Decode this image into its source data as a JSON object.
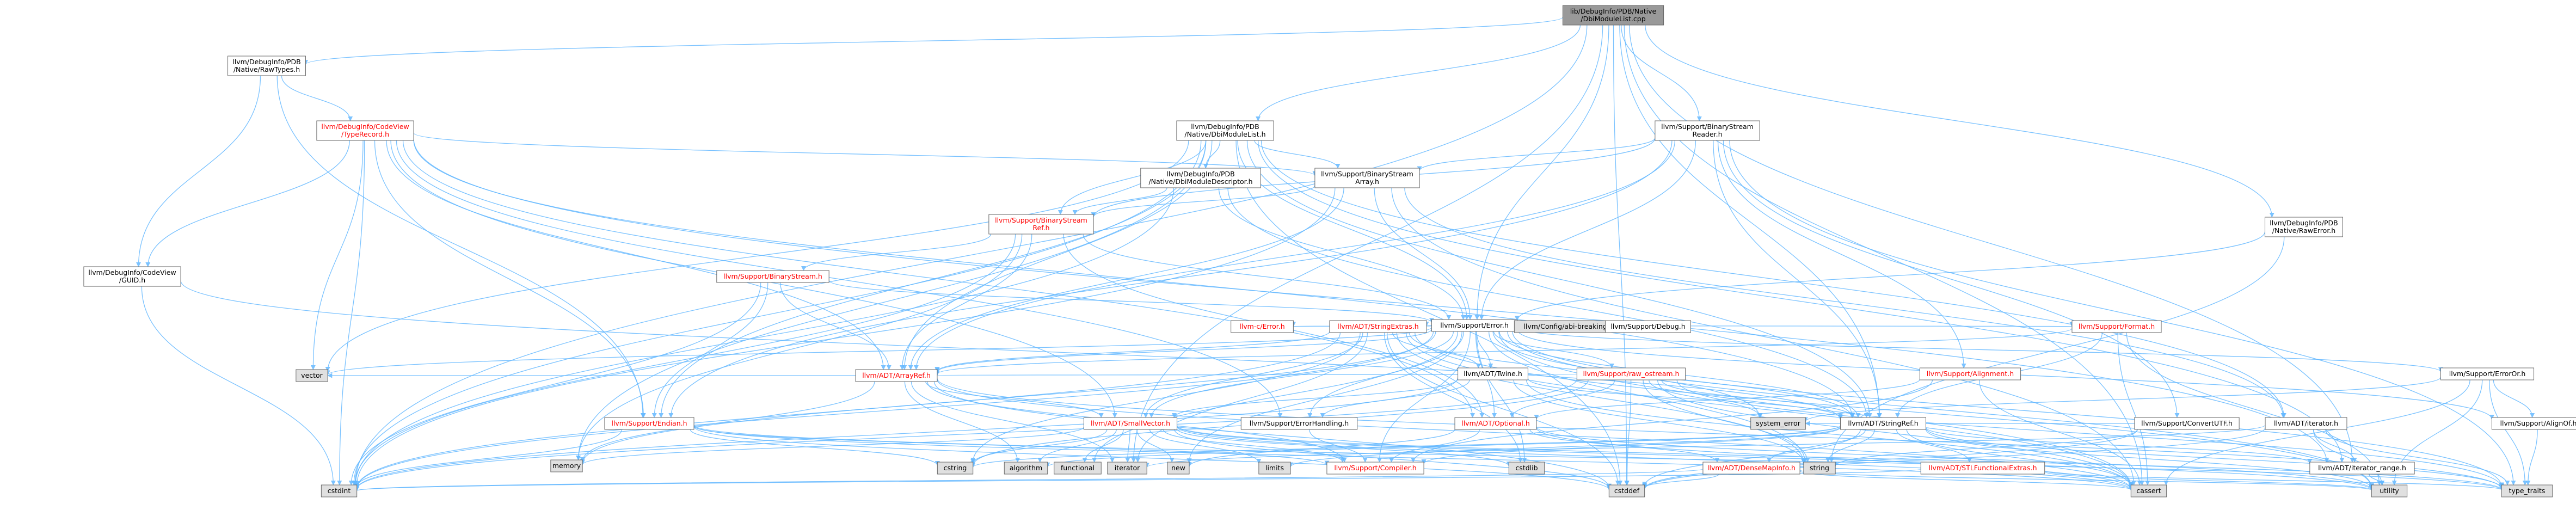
{
  "colors": {
    "edge": "#63b8ff",
    "node_border": "#666666",
    "node_fill": "#ffffff",
    "root_fill": "#999999",
    "system_fill": "#e0e0e0",
    "red_text": "#ff0000",
    "black_text": "#000000"
  },
  "nodes": [
    {
      "id": "root",
      "lines": [
        "lib/DebugInfo/PDB/Native",
        "/DbiModuleList.cpp"
      ],
      "style": "root"
    },
    {
      "id": "rawtypes",
      "lines": [
        "llvm/DebugInfo/PDB",
        "/Native/RawTypes.h"
      ],
      "style": "normal"
    },
    {
      "id": "typerecord",
      "lines": [
        "llvm/DebugInfo/CodeView",
        "/TypeRecord.h"
      ],
      "style": "red"
    },
    {
      "id": "dbimodulelist",
      "lines": [
        "llvm/DebugInfo/PDB",
        "/Native/DbiModuleList.h"
      ],
      "style": "normal"
    },
    {
      "id": "bsreader",
      "lines": [
        "llvm/Support/BinaryStream",
        "Reader.h"
      ],
      "style": "normal"
    },
    {
      "id": "dbimoddesc",
      "lines": [
        "llvm/DebugInfo/PDB",
        "/Native/DbiModuleDescriptor.h"
      ],
      "style": "normal"
    },
    {
      "id": "bsarray",
      "lines": [
        "llvm/Support/BinaryStream",
        "Array.h"
      ],
      "style": "normal"
    },
    {
      "id": "rawerror",
      "lines": [
        "llvm/DebugInfo/PDB",
        "/Native/RawError.h"
      ],
      "style": "normal"
    },
    {
      "id": "guid",
      "lines": [
        "llvm/DebugInfo/CodeView",
        "/GUID.h"
      ],
      "style": "normal"
    },
    {
      "id": "bsref",
      "lines": [
        "llvm/Support/BinaryStream",
        "Ref.h"
      ],
      "style": "red"
    },
    {
      "id": "bstream",
      "lines": [
        "llvm/Support/BinaryStream.h"
      ],
      "style": "red"
    },
    {
      "id": "error",
      "lines": [
        "llvm/Support/Error.h"
      ],
      "style": "normal"
    },
    {
      "id": "cerror",
      "lines": [
        "llvm-c/Error.h"
      ],
      "style": "red"
    },
    {
      "id": "stringextras",
      "lines": [
        "llvm/ADT/StringExtras.h"
      ],
      "style": "red"
    },
    {
      "id": "config",
      "lines": [
        "llvm/Config/abi-breaking.h"
      ],
      "style": "system"
    },
    {
      "id": "debug",
      "lines": [
        "llvm/Support/Debug.h"
      ],
      "style": "normal"
    },
    {
      "id": "format",
      "lines": [
        "llvm/Support/Format.h"
      ],
      "style": "red"
    },
    {
      "id": "erroror",
      "lines": [
        "llvm/Support/ErrorOr.h"
      ],
      "style": "normal"
    },
    {
      "id": "arrayref",
      "lines": [
        "llvm/ADT/ArrayRef.h"
      ],
      "style": "red"
    },
    {
      "id": "twine",
      "lines": [
        "llvm/ADT/Twine.h"
      ],
      "style": "normal"
    },
    {
      "id": "rawostream",
      "lines": [
        "llvm/Support/raw_ostream.h"
      ],
      "style": "red"
    },
    {
      "id": "alignment",
      "lines": [
        "llvm/Support/Alignment.h"
      ],
      "style": "red"
    },
    {
      "id": "vector",
      "lines": [
        "vector"
      ],
      "style": "system"
    },
    {
      "id": "endian",
      "lines": [
        "llvm/Support/Endian.h"
      ],
      "style": "red"
    },
    {
      "id": "smallvector",
      "lines": [
        "llvm/ADT/SmallVector.h"
      ],
      "style": "red"
    },
    {
      "id": "errorhandling",
      "lines": [
        "llvm/Support/ErrorHandling.h"
      ],
      "style": "normal"
    },
    {
      "id": "optional",
      "lines": [
        "llvm/ADT/Optional.h"
      ],
      "style": "red"
    },
    {
      "id": "systemerror",
      "lines": [
        "system_error"
      ],
      "style": "system"
    },
    {
      "id": "stringref",
      "lines": [
        "llvm/ADT/StringRef.h"
      ],
      "style": "normal"
    },
    {
      "id": "convertutf",
      "lines": [
        "llvm/Support/ConvertUTF.h"
      ],
      "style": "normal"
    },
    {
      "id": "iterator",
      "lines": [
        "llvm/ADT/iterator.h"
      ],
      "style": "normal"
    },
    {
      "id": "alignof",
      "lines": [
        "llvm/Support/AlignOf.h"
      ],
      "style": "normal"
    },
    {
      "id": "memory",
      "lines": [
        "memory"
      ],
      "style": "system"
    },
    {
      "id": "cstring",
      "lines": [
        "cstring"
      ],
      "style": "system"
    },
    {
      "id": "algorithm",
      "lines": [
        "algorithm"
      ],
      "style": "system"
    },
    {
      "id": "functional",
      "lines": [
        "functional"
      ],
      "style": "system"
    },
    {
      "id": "iteratorh",
      "lines": [
        "iterator"
      ],
      "style": "system"
    },
    {
      "id": "new",
      "lines": [
        "new"
      ],
      "style": "system"
    },
    {
      "id": "limits",
      "lines": [
        "limits"
      ],
      "style": "system"
    },
    {
      "id": "compiler",
      "lines": [
        "llvm/Support/Compiler.h"
      ],
      "style": "red"
    },
    {
      "id": "cstdlib",
      "lines": [
        "cstdlib"
      ],
      "style": "system"
    },
    {
      "id": "string",
      "lines": [
        "string"
      ],
      "style": "system"
    },
    {
      "id": "densemapinfo",
      "lines": [
        "llvm/ADT/DenseMapInfo.h"
      ],
      "style": "red"
    },
    {
      "id": "stlfunc",
      "lines": [
        "llvm/ADT/STLFunctionalExtras.h"
      ],
      "style": "red"
    },
    {
      "id": "iterrange",
      "lines": [
        "llvm/ADT/iterator_range.h"
      ],
      "style": "normal"
    },
    {
      "id": "cstdint",
      "lines": [
        "cstdint"
      ],
      "style": "system"
    },
    {
      "id": "cstddef",
      "lines": [
        "cstddef"
      ],
      "style": "system"
    },
    {
      "id": "cassert",
      "lines": [
        "cassert"
      ],
      "style": "system"
    },
    {
      "id": "utility",
      "lines": [
        "utility"
      ],
      "style": "system"
    },
    {
      "id": "typetraits",
      "lines": [
        "type_traits"
      ],
      "style": "system"
    }
  ],
  "edges": [
    [
      "root",
      "rawtypes"
    ],
    [
      "root",
      "dbimodulelist"
    ],
    [
      "root",
      "bsreader"
    ],
    [
      "root",
      "rawerror"
    ],
    [
      "root",
      "error"
    ],
    [
      "root",
      "stringref"
    ],
    [
      "root",
      "iterrange"
    ],
    [
      "root",
      "cstdint"
    ],
    [
      "root",
      "cassert"
    ],
    [
      "root",
      "cstddef"
    ],
    [
      "root",
      "iteratorh"
    ],
    [
      "rawtypes",
      "typerecord"
    ],
    [
      "rawtypes",
      "guid"
    ],
    [
      "rawtypes",
      "endian"
    ],
    [
      "typerecord",
      "guid"
    ],
    [
      "typerecord",
      "bsarray"
    ],
    [
      "typerecord",
      "arrayref"
    ],
    [
      "typerecord",
      "optional"
    ],
    [
      "typerecord",
      "smallvector"
    ],
    [
      "typerecord",
      "stringref"
    ],
    [
      "typerecord",
      "endian"
    ],
    [
      "typerecord",
      "cstdint"
    ],
    [
      "typerecord",
      "vector"
    ],
    [
      "typerecord",
      "iterrange"
    ],
    [
      "typerecord",
      "errorhandling"
    ],
    [
      "dbimodulelist",
      "dbimoddesc"
    ],
    [
      "dbimodulelist",
      "bsarray"
    ],
    [
      "dbimodulelist",
      "bsref"
    ],
    [
      "dbimodulelist",
      "error"
    ],
    [
      "dbimodulelist",
      "arrayref"
    ],
    [
      "dbimodulelist",
      "iterator"
    ],
    [
      "dbimodulelist",
      "iterrange"
    ],
    [
      "dbimodulelist",
      "stringref"
    ],
    [
      "dbimodulelist",
      "endian"
    ],
    [
      "dbimodulelist",
      "cstdint"
    ],
    [
      "dbimodulelist",
      "vector"
    ],
    [
      "dbimodulelist",
      "cstddef"
    ],
    [
      "dbimodulelist",
      "memory"
    ],
    [
      "bsreader",
      "bsarray"
    ],
    [
      "bsreader",
      "bsref"
    ],
    [
      "bsreader",
      "error"
    ],
    [
      "bsreader",
      "arrayref"
    ],
    [
      "bsreader",
      "stringref"
    ],
    [
      "bsreader",
      "alignment"
    ],
    [
      "bsreader",
      "convertutf"
    ],
    [
      "bsreader",
      "endian"
    ],
    [
      "bsreader",
      "typetraits"
    ],
    [
      "dbimoddesc",
      "bsref"
    ],
    [
      "dbimoddesc",
      "error"
    ],
    [
      "dbimoddesc",
      "stringref"
    ],
    [
      "dbimoddesc",
      "cstdint"
    ],
    [
      "bsarray",
      "bsref"
    ],
    [
      "bsarray",
      "error"
    ],
    [
      "bsarray",
      "arrayref"
    ],
    [
      "bsarray",
      "iterator"
    ],
    [
      "bsarray",
      "cassert"
    ],
    [
      "bsarray",
      "cstdint"
    ],
    [
      "rawerror",
      "error"
    ],
    [
      "rawerror",
      "string"
    ],
    [
      "guid",
      "stringref"
    ],
    [
      "guid",
      "cstdint"
    ],
    [
      "bsref",
      "bstream"
    ],
    [
      "bsref",
      "error"
    ],
    [
      "bsref",
      "arrayref"
    ],
    [
      "bsref",
      "optional"
    ],
    [
      "bsref",
      "cstdint"
    ],
    [
      "bsref",
      "memory"
    ],
    [
      "bstream",
      "error"
    ],
    [
      "bstream",
      "arrayref"
    ],
    [
      "bstream",
      "endian"
    ],
    [
      "bstream",
      "cstdint"
    ],
    [
      "error",
      "cerror"
    ],
    [
      "error",
      "stringextras"
    ],
    [
      "error",
      "config"
    ],
    [
      "error",
      "debug"
    ],
    [
      "error",
      "format"
    ],
    [
      "error",
      "erroror"
    ],
    [
      "error",
      "alignof"
    ],
    [
      "error",
      "compiler"
    ],
    [
      "error",
      "errorhandling"
    ],
    [
      "error",
      "rawostream"
    ],
    [
      "error",
      "twine"
    ],
    [
      "error",
      "smallvector"
    ],
    [
      "error",
      "cassert"
    ],
    [
      "error",
      "cstdint"
    ],
    [
      "error",
      "cstdlib"
    ],
    [
      "error",
      "functional"
    ],
    [
      "error",
      "memory"
    ],
    [
      "error",
      "new"
    ],
    [
      "error",
      "string"
    ],
    [
      "error",
      "systemerror"
    ],
    [
      "error",
      "typetraits"
    ],
    [
      "error",
      "utility"
    ],
    [
      "error",
      "vector"
    ],
    [
      "error",
      "optional"
    ],
    [
      "error",
      "stringref"
    ],
    [
      "error",
      "arrayref"
    ],
    [
      "stringextras",
      "arrayref"
    ],
    [
      "stringextras",
      "smallvector"
    ],
    [
      "stringextras",
      "stringref"
    ],
    [
      "stringextras",
      "twine"
    ],
    [
      "stringextras",
      "cassert"
    ],
    [
      "stringextras",
      "cstddef"
    ],
    [
      "stringextras",
      "cstdint"
    ],
    [
      "stringextras",
      "cstdlib"
    ],
    [
      "stringextras",
      "cstring"
    ],
    [
      "stringextras",
      "iteratorh"
    ],
    [
      "stringextras",
      "string"
    ],
    [
      "stringextras",
      "utility"
    ],
    [
      "format",
      "arrayref"
    ],
    [
      "format",
      "stringref"
    ],
    [
      "format",
      "cassert"
    ],
    [
      "format",
      "tuple"
    ],
    [
      "format",
      "utility"
    ],
    [
      "erroror",
      "alignof"
    ],
    [
      "erroror",
      "cassert"
    ],
    [
      "erroror",
      "systemerror"
    ],
    [
      "erroror",
      "typetraits"
    ],
    [
      "erroror",
      "utility"
    ],
    [
      "alignof",
      "typetraits"
    ],
    [
      "arrayref",
      "smallvector"
    ],
    [
      "arrayref",
      "compiler"
    ],
    [
      "arrayref",
      "algorithm"
    ],
    [
      "arrayref",
      "cassert"
    ],
    [
      "arrayref",
      "cstddef"
    ],
    [
      "arrayref",
      "initializer"
    ],
    [
      "arrayref",
      "iteratorh"
    ],
    [
      "arrayref",
      "memory"
    ],
    [
      "arrayref",
      "typetraits"
    ],
    [
      "arrayref",
      "vector"
    ],
    [
      "twine",
      "smallvector"
    ],
    [
      "twine",
      "stringref"
    ],
    [
      "twine",
      "errorhandling"
    ],
    [
      "twine",
      "cassert"
    ],
    [
      "twine",
      "cstdint"
    ],
    [
      "twine",
      "string"
    ],
    [
      "rawostream",
      "arrayref"
    ],
    [
      "rawostream",
      "stringref"
    ],
    [
      "rawostream",
      "optional"
    ],
    [
      "rawostream",
      "cassert"
    ],
    [
      "rawostream",
      "cstddef"
    ],
    [
      "rawostream",
      "cstdint"
    ],
    [
      "rawostream",
      "cstring"
    ],
    [
      "rawostream",
      "string"
    ],
    [
      "rawostream",
      "systemerror"
    ],
    [
      "rawostream",
      "typetraits"
    ],
    [
      "alignment",
      "cassert"
    ],
    [
      "alignment",
      "optional"
    ],
    [
      "alignment",
      "compiler"
    ],
    [
      "endian",
      "compiler"
    ],
    [
      "endian",
      "cassert"
    ],
    [
      "endian",
      "cstddef"
    ],
    [
      "endian",
      "cstdint"
    ],
    [
      "endian",
      "cstring"
    ],
    [
      "endian",
      "typetraits"
    ],
    [
      "smallvector",
      "compiler"
    ],
    [
      "smallvector",
      "algorithm"
    ],
    [
      "smallvector",
      "cassert"
    ],
    [
      "smallvector",
      "cstddef"
    ],
    [
      "smallvector",
      "cstdlib"
    ],
    [
      "smallvector",
      "cstring"
    ],
    [
      "smallvector",
      "functional"
    ],
    [
      "smallvector",
      "iteratorh"
    ],
    [
      "smallvector",
      "limits"
    ],
    [
      "smallvector",
      "memory"
    ],
    [
      "smallvector",
      "new"
    ],
    [
      "smallvector",
      "typetraits"
    ],
    [
      "smallvector",
      "utility"
    ],
    [
      "errorhandling",
      "compiler"
    ],
    [
      "optional",
      "compiler"
    ],
    [
      "optional",
      "cassert"
    ],
    [
      "optional",
      "new"
    ],
    [
      "optional",
      "utility"
    ],
    [
      "optional",
      "densemapinfo"
    ],
    [
      "stringref",
      "densemapinfo"
    ],
    [
      "stringref",
      "stlfunc"
    ],
    [
      "stringref",
      "iterrange"
    ],
    [
      "stringref",
      "compiler"
    ],
    [
      "stringref",
      "algorithm"
    ],
    [
      "stringref",
      "cassert"
    ],
    [
      "stringref",
      "cstddef"
    ],
    [
      "stringref",
      "cstring"
    ],
    [
      "stringref",
      "limits"
    ],
    [
      "stringref",
      "string"
    ],
    [
      "stringref",
      "typetraits"
    ],
    [
      "stringref",
      "utility"
    ],
    [
      "convertutf",
      "cstddef"
    ],
    [
      "convertutf",
      "string"
    ],
    [
      "convertutf",
      "systemerror"
    ],
    [
      "iterator",
      "iterrange"
    ],
    [
      "iterator",
      "cstddef"
    ],
    [
      "iterator",
      "iteratorh"
    ],
    [
      "iterator",
      "typetraits"
    ],
    [
      "iterator",
      "utility"
    ],
    [
      "densemapinfo",
      "cassert"
    ],
    [
      "densemapinfo",
      "cstddef"
    ],
    [
      "densemapinfo",
      "cstdint"
    ],
    [
      "densemapinfo",
      "utility"
    ],
    [
      "stlfunc",
      "cstdint"
    ],
    [
      "stlfunc",
      "typetraits"
    ],
    [
      "stlfunc",
      "utility"
    ],
    [
      "iterrange",
      "utility"
    ]
  ]
}
